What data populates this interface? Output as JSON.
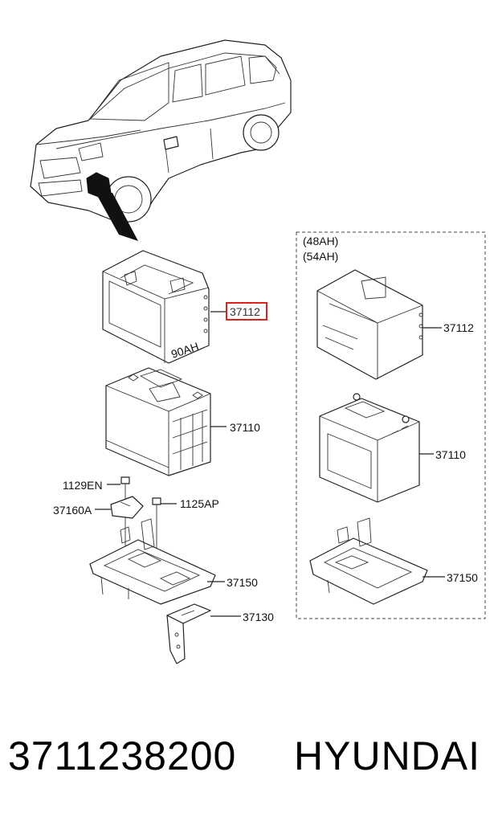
{
  "labels": {
    "car_tray_cover": "37112",
    "car_battery": "37110",
    "car_bolt": "1129EN",
    "car_clamp": "37160A",
    "car_bolt2": "1125AP",
    "car_tray": "37150",
    "car_bracket": "37130",
    "alt_cover": "37112",
    "alt_battery": "37110",
    "alt_tray": "37150",
    "cover_print": "90AH"
  },
  "variants": {
    "line1": "(48AH)",
    "line2": "(54AH)"
  },
  "footer": {
    "part_number": "3711238200",
    "brand": "HYUNDAI"
  },
  "colors": {
    "highlight_box": "#e0201c",
    "line": "#222222"
  }
}
